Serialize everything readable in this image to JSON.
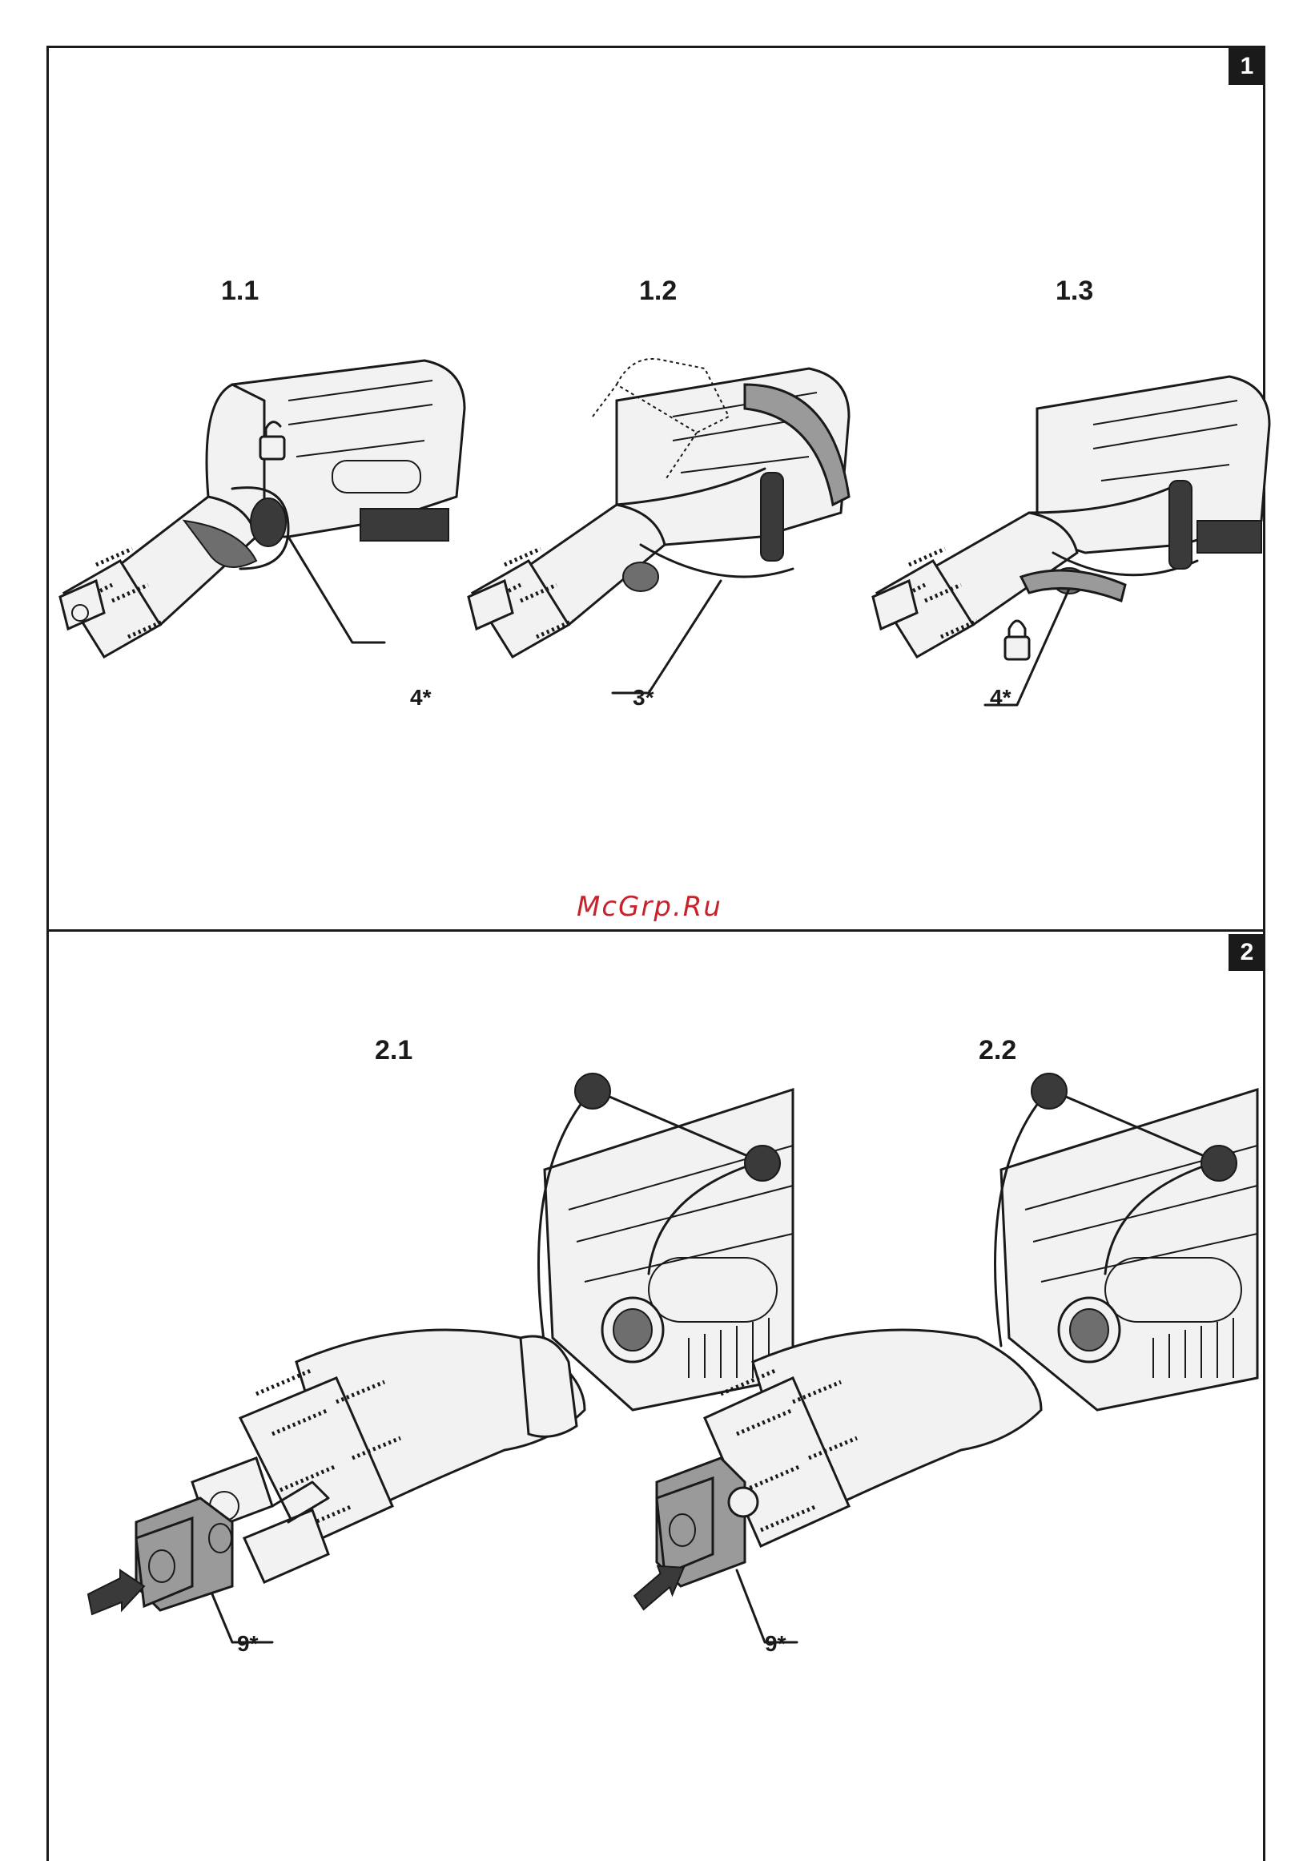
{
  "sections": [
    {
      "number": "1",
      "steps": [
        {
          "label": "1.1",
          "callout": "4*"
        },
        {
          "label": "1.2",
          "callout": "3*"
        },
        {
          "label": "1.3",
          "callout": "4*"
        }
      ]
    },
    {
      "number": "2",
      "steps": [
        {
          "label": "2.1",
          "callout": "9*"
        },
        {
          "label": "2.2",
          "callout": "9*"
        }
      ]
    }
  ],
  "watermark": "McGrp.Ru",
  "icons": [
    "lock-open-icon",
    "lock-closed-icon",
    "arrow-icon",
    "rotation-arrow-icon"
  ]
}
